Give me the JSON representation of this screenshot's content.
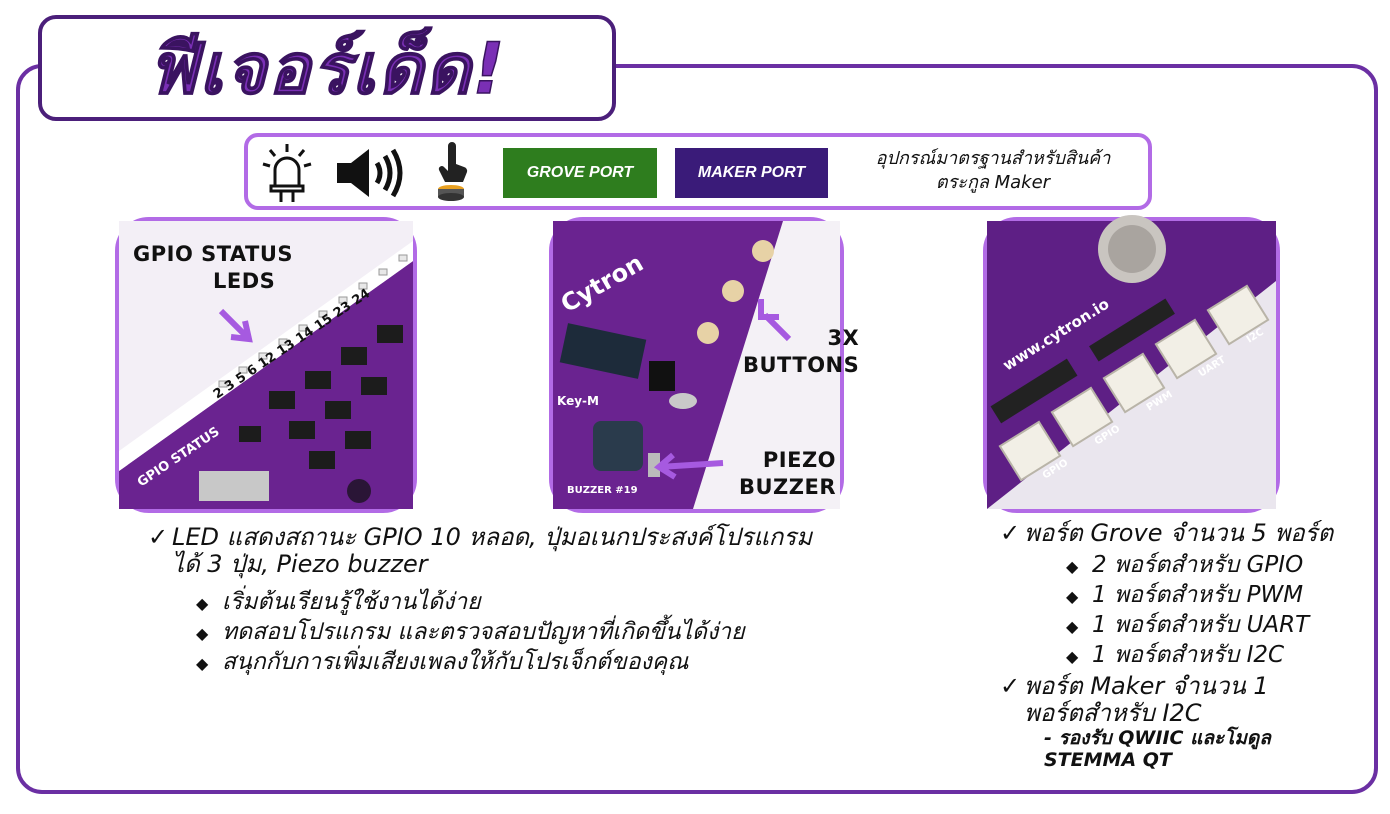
{
  "title": "ฟีเจอร์เด็ด!",
  "icon_bar": {
    "icons": [
      "led-icon",
      "speaker-icon",
      "push-button-icon"
    ],
    "grove_badge": "GROVE PORT",
    "maker_badge": "MAKER PORT",
    "caption_line1": "อุปกรณ์มาตรฐานสำหรับสินค้า",
    "caption_line2": "ตระกูล Maker"
  },
  "photo1": {
    "annotation_line1": "GPIO STATUS",
    "annotation_line2": "LEDS",
    "board_label": "GPIO STATUS",
    "pin_numbers": "2 3 5 6 12 13 14 15 23 24"
  },
  "photo2": {
    "annotation_buttons_line1": "3X",
    "annotation_buttons_line2": "BUTTONS",
    "annotation_piezo_line1": "PIEZO",
    "annotation_piezo_line2": "BUZZER",
    "brand": "Cytron",
    "buzzer_label": "BUZZER #19",
    "key_label": "Key-M"
  },
  "photo3": {
    "site": "www.cytron.io",
    "port_labels": [
      "GPIO",
      "GPIO",
      "PWM",
      "UART",
      "I2C"
    ]
  },
  "left_list": {
    "main_line1": "LED แสดงสถานะ GPIO 10 หลอด, ปุ่มอเนกประสงค์โปรแกรม",
    "main_line2": "ได้ 3 ปุ่ม, Piezo buzzer",
    "sub": [
      "เริ่มต้นเรียนรู้ใช้งานได้ง่าย",
      "ทดสอบโปรแกรม และตรวจสอบปัญหาที่เกิดขึ้นได้ง่าย",
      "สนุกกับการเพิ่มเสียงเพลงให้กับโปรเจ็กต์ของคุณ"
    ]
  },
  "right_list": {
    "grove_main": "พอร์ต Grove จำนวน 5 พอร์ต",
    "grove_sub": [
      "2 พอร์ตสำหรับ GPIO",
      "1 พอร์ตสำหรับ PWM",
      "1 พอร์ตสำหรับ UART",
      "1 พอร์ตสำหรับ I2C"
    ],
    "maker_main_line1": "พอร์ต Maker จำนวน 1",
    "maker_main_line2": "พอร์ตสำหรับ I2C",
    "maker_note_line1": "- รองรับ QWIIC และโมดูล",
    "maker_note_line2": "STEMMA QT"
  },
  "colors": {
    "frame": "#6b2fa3",
    "accent": "#b26be6",
    "grove": "#2e7d1e",
    "maker": "#3a1b79",
    "title": "#7a2fb5"
  }
}
